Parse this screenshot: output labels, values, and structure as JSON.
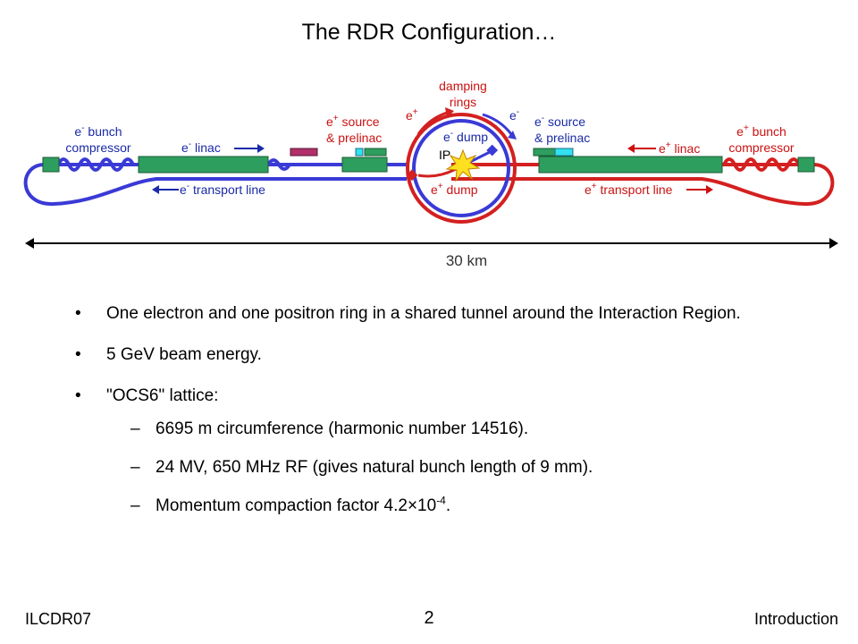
{
  "slide": {
    "title": "The RDR Configuration…"
  },
  "diagram": {
    "labels": {
      "e_bunch_compressor": {
        "main": "e",
        "sup": "-",
        "rest": " bunch",
        "line2": "compressor"
      },
      "e_linac": {
        "main": "e",
        "sup": "-",
        "rest": " linac"
      },
      "e_transport": {
        "main": "e",
        "sup": "-",
        "rest": " transport line"
      },
      "e_plus_source": {
        "main": "e",
        "sup": "+",
        "rest": " source",
        "line2": "& prelinac"
      },
      "damping_rings": {
        "line1": "damping",
        "line2": "rings"
      },
      "e_plus_ring": {
        "main": "e",
        "sup": "+"
      },
      "e_minus_ring": {
        "main": "e",
        "sup": "-"
      },
      "e_minus_dump": {
        "main": "e",
        "sup": "-",
        "rest": " dump"
      },
      "ip": "IP",
      "e_plus_dump": {
        "main": "e",
        "sup": "+",
        "rest": " dump"
      },
      "e_minus_source": {
        "main": "e",
        "sup": "-",
        "rest": " source",
        "line2": "& prelinac"
      },
      "e_plus_linac": {
        "main": "e",
        "sup": "+",
        "rest": " linac"
      },
      "e_plus_bunch_compressor": {
        "main": "e",
        "sup": "+",
        "rest": " bunch",
        "line2": "compressor"
      },
      "e_plus_transport": {
        "main": "e",
        "sup": "+",
        "rest": " transport line"
      },
      "length": "30 km"
    },
    "colors": {
      "electron_blue": "#3a3ad6",
      "positron_red": "#d42020",
      "label_red": "#cc1111",
      "component_green": "#2e9e5e",
      "source_cyan": "#33e0f0",
      "source_magenta": "#b0306a",
      "label_blue": "#1a2aa8"
    }
  },
  "bullets": [
    {
      "text": "One electron and one positron ring in a shared tunnel around the Interaction Region."
    },
    {
      "text": "5 GeV beam energy."
    },
    {
      "text": "\"OCS6\" lattice:",
      "sub": [
        {
          "text": "6695 m circumference (harmonic number 14516)."
        },
        {
          "text": "24 MV, 650 MHz RF (gives natural bunch length of 9 mm)."
        },
        {
          "pre": "Momentum compaction factor 4.2×10",
          "sup": "-4",
          "post": "."
        }
      ]
    }
  ],
  "footer": {
    "left": "ILCDR07",
    "center": "2",
    "right": "Introduction"
  }
}
